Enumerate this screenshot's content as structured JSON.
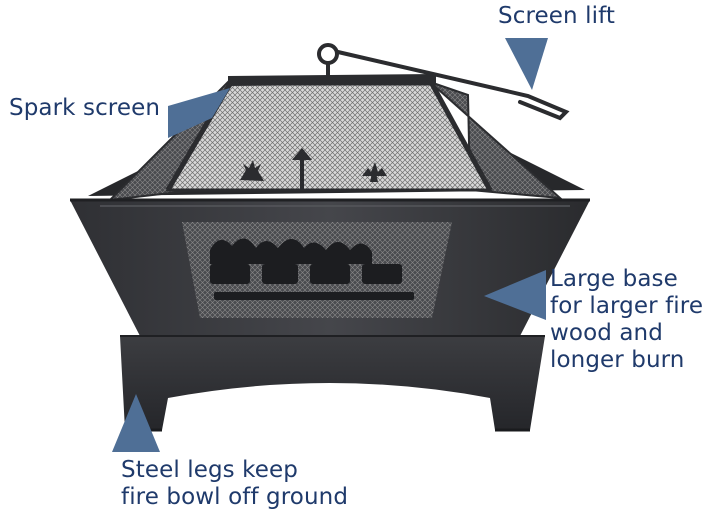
{
  "callouts": {
    "screen_lift": {
      "lines": [
        "Screen lift"
      ]
    },
    "spark_screen": {
      "lines": [
        "Spark screen"
      ]
    },
    "large_base": {
      "lines": [
        "Large base",
        "for larger fire",
        "wood and",
        "longer burn"
      ]
    },
    "steel_legs": {
      "lines": [
        "Steel legs keep",
        "fire bowl off ground"
      ]
    }
  },
  "colors": {
    "label_text": "#1f3a6b",
    "pointer": "#4f6f96",
    "metal_dark": "#2b2c2f",
    "metal_mid": "#3a3b3f",
    "mesh": "#9a9a9a",
    "background": "#ffffff"
  }
}
